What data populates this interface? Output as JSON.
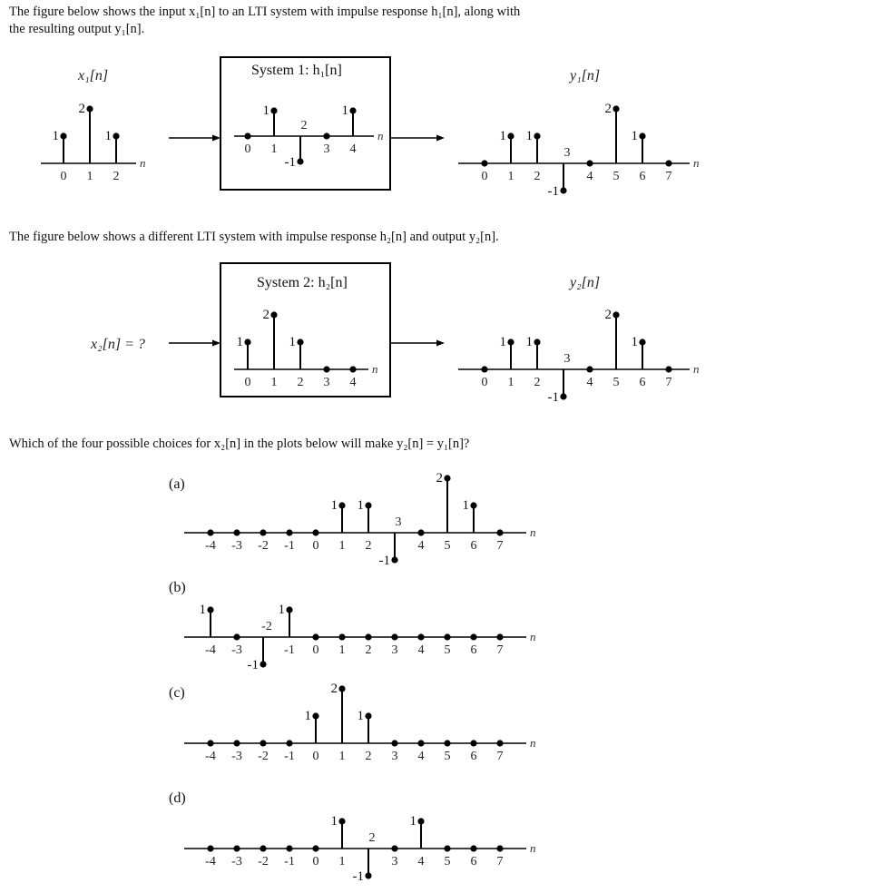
{
  "text": {
    "intro1_line1": "The figure below shows the input x₁[n] to an LTI system with impulse response h₁[n], along with",
    "intro1_line2": "the resulting output y₁[n].",
    "intro2": "The figure below shows a different LTI system with impulse response h₂[n] and output y₂[n].",
    "question": "Which of the four possible choices for x₂[n] in the plots below will make y₂[n] = y₁[n]?"
  },
  "diagram": {
    "system1": {
      "input_label": "x₁[n]",
      "box_title": "System 1: h₁[n]",
      "output_label": "y₁[n]"
    },
    "system2": {
      "input_label": "x₂[n] = ?",
      "box_title": "System 2: h₂[n]",
      "output_label": "y₂[n]"
    },
    "axis_var": "n"
  },
  "signals": {
    "x1": {
      "n": [
        0,
        1,
        2
      ],
      "values": [
        1,
        2,
        1
      ],
      "ticks": [
        "0",
        "1",
        "2"
      ]
    },
    "h1": {
      "n": [
        0,
        1,
        2,
        3,
        4
      ],
      "values": [
        0,
        1,
        -1,
        0,
        1
      ],
      "ticks": [
        "0",
        "1",
        "",
        "3",
        "4"
      ]
    },
    "y1": {
      "n": [
        0,
        1,
        2,
        3,
        4,
        5,
        6,
        7
      ],
      "values": [
        0,
        1,
        1,
        -1,
        0,
        2,
        1,
        0
      ],
      "ticks": [
        "0",
        "1",
        "2",
        "",
        "4",
        "5",
        "6",
        "7"
      ]
    },
    "h2": {
      "n": [
        0,
        1,
        2,
        3,
        4
      ],
      "values": [
        1,
        2,
        1,
        0,
        0
      ],
      "ticks": [
        "0",
        "1",
        "2",
        "3",
        "4"
      ]
    },
    "y2": {
      "n": [
        0,
        1,
        2,
        3,
        4,
        5,
        6,
        7
      ],
      "values": [
        0,
        1,
        1,
        -1,
        0,
        2,
        1,
        0
      ],
      "ticks": [
        "0",
        "1",
        "2",
        "",
        "4",
        "5",
        "6",
        "7"
      ]
    }
  },
  "choices": [
    {
      "label": "(a)",
      "n": [
        -4,
        -3,
        -2,
        -1,
        0,
        1,
        2,
        3,
        4,
        5,
        6,
        7
      ],
      "values": [
        0,
        0,
        0,
        0,
        0,
        1,
        1,
        -1,
        0,
        2,
        1,
        0
      ],
      "ticks": [
        "-4",
        "-3",
        "-2",
        "-1",
        "0",
        "1",
        "2",
        "",
        "4",
        "5",
        "6",
        "7"
      ]
    },
    {
      "label": "(b)",
      "n": [
        -4,
        -3,
        -2,
        -1,
        0,
        1,
        2,
        3,
        4,
        5,
        6,
        7
      ],
      "values": [
        1,
        0,
        -1,
        1,
        0,
        0,
        0,
        0,
        0,
        0,
        0,
        0
      ],
      "ticks": [
        "-4",
        "-3",
        "",
        "-1",
        "0",
        "1",
        "2",
        "3",
        "4",
        "5",
        "6",
        "7"
      ]
    },
    {
      "label": "(c)",
      "n": [
        -4,
        -3,
        -2,
        -1,
        0,
        1,
        2,
        3,
        4,
        5,
        6,
        7
      ],
      "values": [
        0,
        0,
        0,
        0,
        1,
        2,
        1,
        0,
        0,
        0,
        0,
        0
      ],
      "ticks": [
        "-4",
        "-3",
        "-2",
        "-1",
        "0",
        "1",
        "2",
        "3",
        "4",
        "5",
        "6",
        "7"
      ]
    },
    {
      "label": "(d)",
      "n": [
        -4,
        -3,
        -2,
        -1,
        0,
        1,
        2,
        3,
        4,
        5,
        6,
        7
      ],
      "values": [
        0,
        0,
        0,
        0,
        0,
        1,
        -1,
        0,
        1,
        0,
        0,
        0
      ],
      "ticks": [
        "-4",
        "-3",
        "-2",
        "-1",
        "0",
        "1",
        "",
        "3",
        "4",
        "5",
        "6",
        "7"
      ]
    }
  ]
}
